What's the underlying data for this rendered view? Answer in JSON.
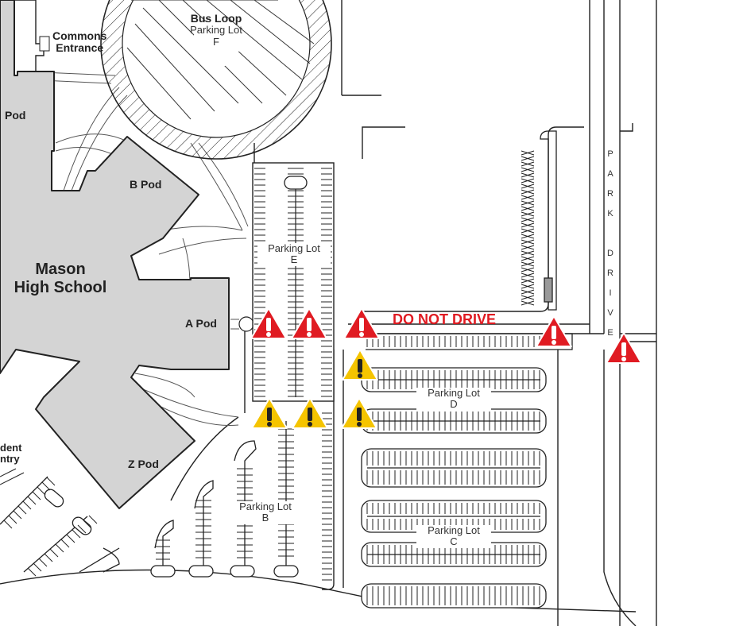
{
  "school": {
    "line1": "Mason",
    "line2": "High School"
  },
  "pods": {
    "pod_top": "Pod",
    "b": "B Pod",
    "a": "A Pod",
    "z": "Z Pod"
  },
  "commons": {
    "line1": "Commons",
    "line2": "Entrance"
  },
  "student_entry": {
    "line1": "dent",
    "line2": "ntry"
  },
  "lots": {
    "f": {
      "title": "Bus Loop",
      "line1": "Parking Lot",
      "line2": "F"
    },
    "e": {
      "line1": "Parking Lot",
      "line2": "E"
    },
    "d": {
      "line1": "Parking Lot",
      "line2": "D"
    },
    "c": {
      "line1": "Parking Lot",
      "line2": "C"
    },
    "b": {
      "line1": "Parking Lot",
      "line2": "B"
    }
  },
  "street": {
    "letters": [
      "P",
      "A",
      "R",
      "K",
      "",
      "D",
      "R",
      "I",
      "V",
      "E"
    ]
  },
  "warning": {
    "text": "DO NOT DRIVE"
  },
  "colors": {
    "red": "#e01b22",
    "yellow": "#f5c400",
    "building": "#d4d4d4",
    "line": "#222222"
  },
  "icons": {
    "red_marker": "warning-triangle-red",
    "yellow_marker": "warning-triangle-yellow"
  }
}
